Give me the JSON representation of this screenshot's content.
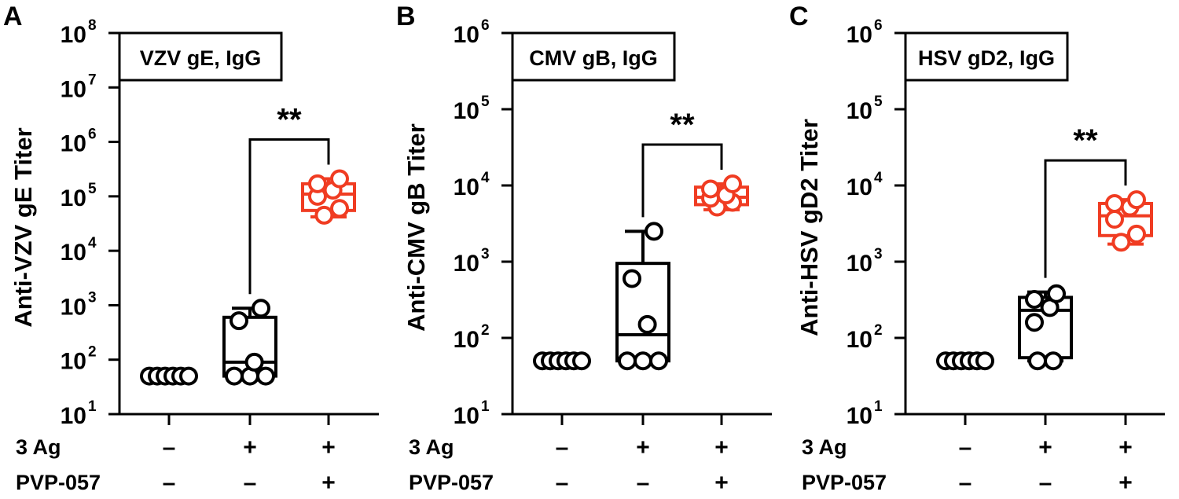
{
  "chart_data": [
    {
      "type": "box",
      "panel_label": "A",
      "title": "VZV gE, IgG",
      "ylabel": "Anti-VZV gE Titer",
      "yscale": "log",
      "ylim": [
        10,
        100000000
      ],
      "yticks": [
        {
          "base": "10",
          "exp": "1"
        },
        {
          "base": "10",
          "exp": "2"
        },
        {
          "base": "10",
          "exp": "3"
        },
        {
          "base": "10",
          "exp": "4"
        },
        {
          "base": "10",
          "exp": "5"
        },
        {
          "base": "10",
          "exp": "6"
        },
        {
          "base": "10",
          "exp": "7"
        },
        {
          "base": "10",
          "exp": "8"
        }
      ],
      "groups": [
        {
          "color": "#000000",
          "points": [
            50,
            50,
            50,
            50,
            50,
            50
          ],
          "box": {
            "min": 50,
            "q1": 50,
            "median": 50,
            "q3": 50,
            "max": 50
          }
        },
        {
          "color": "#000000",
          "points": [
            50,
            50,
            50,
            90,
            520,
            880
          ],
          "box": {
            "min": 50,
            "q1": 50,
            "median": 90,
            "q3": 600,
            "max": 880
          }
        },
        {
          "color": "#f03c22",
          "points": [
            45000,
            60000,
            100000,
            130000,
            170000,
            210000
          ],
          "box": {
            "min": 42000,
            "q1": 55000,
            "median": 110000,
            "q3": 170000,
            "max": 210000
          }
        }
      ],
      "significance": {
        "from": 1,
        "to": 2,
        "label": "**"
      }
    },
    {
      "type": "box",
      "panel_label": "B",
      "title": "CMV gB, IgG",
      "ylabel": "Anti-CMV gB Titer",
      "yscale": "log",
      "ylim": [
        10,
        1000000
      ],
      "yticks": [
        {
          "base": "10",
          "exp": "1"
        },
        {
          "base": "10",
          "exp": "2"
        },
        {
          "base": "10",
          "exp": "3"
        },
        {
          "base": "10",
          "exp": "4"
        },
        {
          "base": "10",
          "exp": "5"
        },
        {
          "base": "10",
          "exp": "6"
        }
      ],
      "groups": [
        {
          "color": "#000000",
          "points": [
            50,
            50,
            50,
            50,
            50,
            50
          ],
          "box": {
            "min": 50,
            "q1": 50,
            "median": 50,
            "q3": 50,
            "max": 50
          }
        },
        {
          "color": "#000000",
          "points": [
            50,
            50,
            50,
            150,
            600,
            2500
          ],
          "box": {
            "min": 50,
            "q1": 50,
            "median": 110,
            "q3": 950,
            "max": 2500
          }
        },
        {
          "color": "#f03c22",
          "points": [
            5200,
            6000,
            6800,
            7500,
            9000,
            10500
          ],
          "box": {
            "min": 4800,
            "q1": 5600,
            "median": 7000,
            "q3": 9500,
            "max": 10500
          }
        }
      ],
      "significance": {
        "from": 1,
        "to": 2,
        "label": "**"
      }
    },
    {
      "type": "box",
      "panel_label": "C",
      "title": "HSV gD2, IgG",
      "ylabel": "Anti-HSV gD2 Titer",
      "yscale": "log",
      "ylim": [
        10,
        1000000
      ],
      "yticks": [
        {
          "base": "10",
          "exp": "1"
        },
        {
          "base": "10",
          "exp": "2"
        },
        {
          "base": "10",
          "exp": "3"
        },
        {
          "base": "10",
          "exp": "4"
        },
        {
          "base": "10",
          "exp": "5"
        },
        {
          "base": "10",
          "exp": "6"
        }
      ],
      "groups": [
        {
          "color": "#000000",
          "points": [
            50,
            50,
            50,
            50,
            50,
            50
          ],
          "box": {
            "min": 50,
            "q1": 50,
            "median": 50,
            "q3": 50,
            "max": 50
          }
        },
        {
          "color": "#000000",
          "points": [
            50,
            50,
            160,
            250,
            320,
            380
          ],
          "box": {
            "min": 50,
            "q1": 55,
            "median": 230,
            "q3": 340,
            "max": 400
          }
        },
        {
          "color": "#f03c22",
          "points": [
            1800,
            2300,
            3600,
            5200,
            5800,
            6500
          ],
          "box": {
            "min": 1700,
            "q1": 2200,
            "median": 4000,
            "q3": 5800,
            "max": 6500
          }
        }
      ],
      "significance": {
        "from": 1,
        "to": 2,
        "label": "**"
      }
    }
  ],
  "conditions": {
    "rows": [
      {
        "label": "3 Ag",
        "marks": [
          "–",
          "+",
          "+"
        ]
      },
      {
        "label": "PVP-057",
        "marks": [
          "–",
          "–",
          "+"
        ]
      }
    ]
  }
}
